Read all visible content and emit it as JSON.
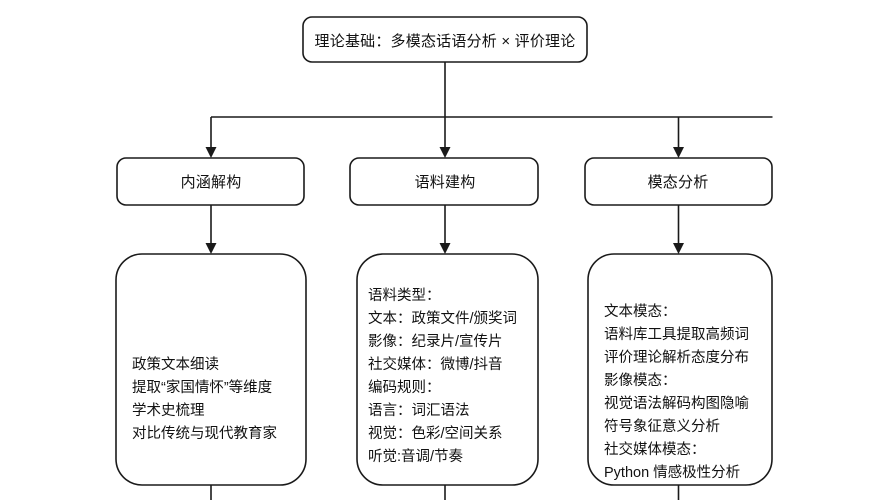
{
  "diagram": {
    "title_node": {
      "label": "理论基础：多模态话语分析 × 评价理论"
    },
    "branches": [
      {
        "header": "内涵解构",
        "details": [
          "政策文本细读",
          "提取“家国情怀”等维度",
          "学术史梳理",
          "对比传统与现代教育家"
        ]
      },
      {
        "header": "语料建构",
        "details": [
          "语料类型：",
          "文本：政策文件/颁奖词",
          "影像：纪录片/宣传片",
          "社交媒体：微博/抖音",
          "编码规则：",
          "语言：词汇语法",
          "视觉：色彩/空间关系",
          "听觉:音调/节奏"
        ]
      },
      {
        "header": "模态分析",
        "details": [
          "文本模态：",
          "语料库工具提取高频词",
          "评价理论解析态度分布",
          "影像模态：",
          "视觉语法解码构图隐喻",
          "符号象征意义分析",
          "社交媒体模态：",
          "Python 情感极性分析"
        ]
      }
    ],
    "style": {
      "stroke_color": "#1a1a1a",
      "fill_color": "#ffffff",
      "text_color": "#111111",
      "background": "#ffffff"
    }
  }
}
